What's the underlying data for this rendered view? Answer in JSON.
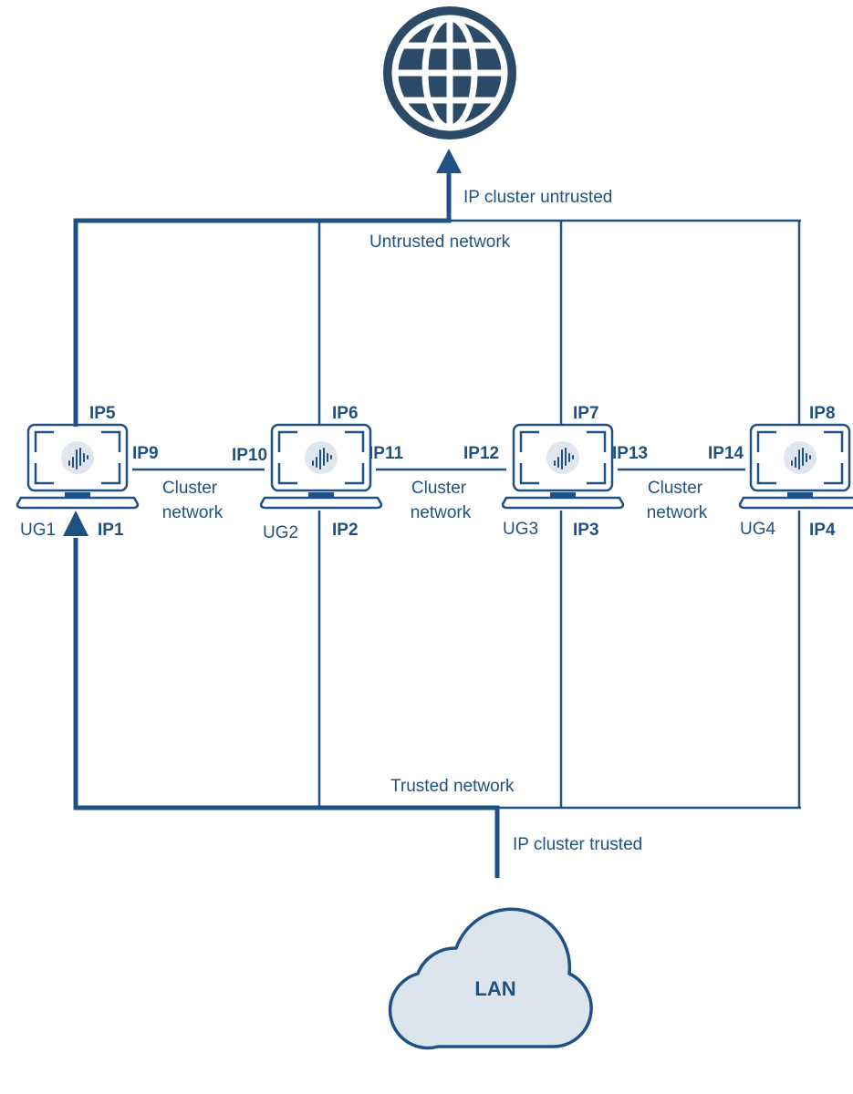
{
  "labels": {
    "ip_cluster_untrusted": "IP cluster untrusted",
    "untrusted_network": "Untrusted network",
    "trusted_network": "Trusted network",
    "ip_cluster_trusted": "IP cluster trusted",
    "lan": "LAN",
    "cluster_line1": "Cluster",
    "cluster_line2": "network"
  },
  "nodes": [
    {
      "name": "UG1",
      "ip_top": "IP5",
      "ip_bottom": "IP1"
    },
    {
      "name": "UG2",
      "ip_top": "IP6",
      "ip_bottom": "IP2"
    },
    {
      "name": "UG3",
      "ip_top": "IP7",
      "ip_bottom": "IP3"
    },
    {
      "name": "UG4",
      "ip_top": "IP8",
      "ip_bottom": "IP4"
    }
  ],
  "links": [
    {
      "left_ip": "IP9",
      "right_ip": "IP10"
    },
    {
      "left_ip": "IP11",
      "right_ip": "IP12"
    },
    {
      "left_ip": "IP13",
      "right_ip": "IP14"
    }
  ],
  "colors": {
    "primary": "#1f5184",
    "screen_circle": "#dfe6ee",
    "cloud_fill": "#dce5ed"
  }
}
